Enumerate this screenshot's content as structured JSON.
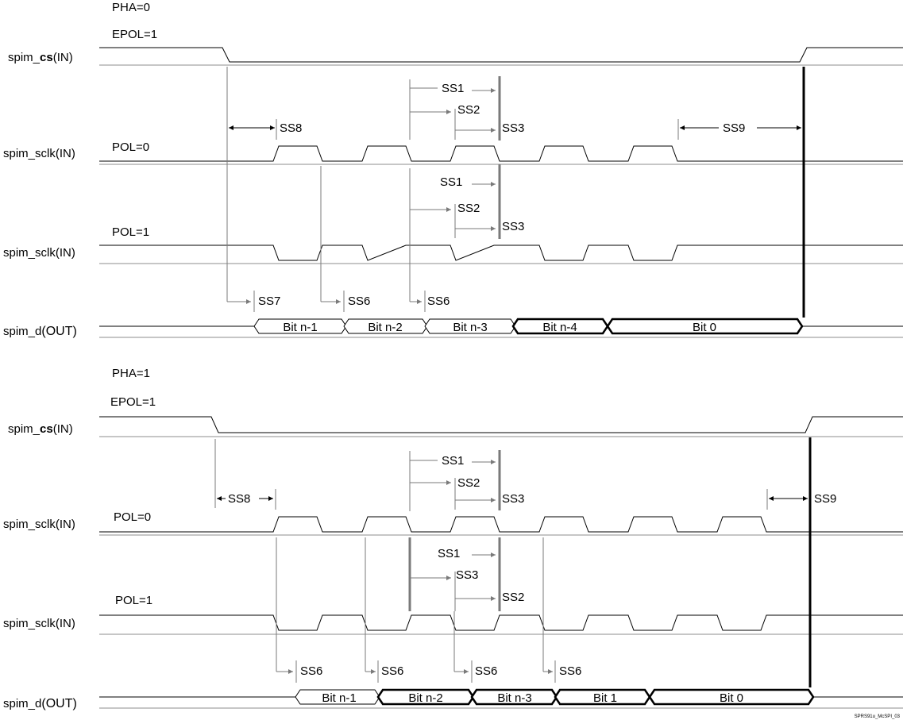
{
  "diagram": {
    "top": {
      "pha": "PHA=0",
      "epol": "EPOL=1",
      "signals": {
        "cs_prefix": "spim_",
        "cs_bold": "cs",
        "cs_suffix": "(IN)",
        "sclk_pol0": "spim_sclk(IN)",
        "sclk_pol1": "spim_sclk(IN)",
        "d_prefix": "spim_d",
        "d_suffix": "(OUT)"
      },
      "pol0": "POL=0",
      "pol1": "POL=1",
      "bits": [
        "Bit n-1",
        "Bit n-2",
        "Bit n-3",
        "Bit n-4",
        "Bit 0"
      ],
      "timings": {
        "ss8": "SS8",
        "ss9": "SS9",
        "a_ss1": "SS1",
        "a_ss2": "SS2",
        "a_ss3": "SS3",
        "b_ss1": "SS1",
        "b_ss2": "SS2",
        "b_ss3": "SS3",
        "ss7": "SS7",
        "ss6_a": "SS6",
        "ss6_b": "SS6"
      }
    },
    "bottom": {
      "pha": "PHA=1",
      "epol": "EPOL=1",
      "signals": {
        "cs_prefix": "spim_",
        "cs_bold": "cs",
        "cs_suffix": "(IN)",
        "sclk_pol0": "spim_sclk(IN)",
        "sclk_pol1": "spim_sclk(IN)",
        "d_prefix": "spim_d",
        "d_suffix": "(OUT)"
      },
      "pol0": "POL=0",
      "pol1": "POL=1",
      "bits": [
        "Bit n-1",
        "Bit n-2",
        "Bit n-3",
        "Bit 1",
        "Bit 0"
      ],
      "timings": {
        "ss8": "SS8",
        "ss9": "SS9",
        "a_ss1": "SS1",
        "a_ss2": "SS2",
        "a_ss3": "SS3",
        "b_ss1": "SS1",
        "b_ss3": "SS3",
        "b_ss2": "SS2",
        "ss6_a": "SS6",
        "ss6_b": "SS6",
        "ss6_c": "SS6",
        "ss6_d": "SS6"
      }
    },
    "figure_id": "SPRS91u_McSPI_03"
  }
}
